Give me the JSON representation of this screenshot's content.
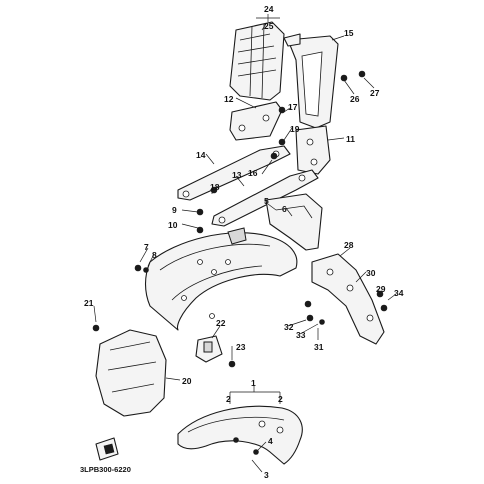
{
  "diagram_code": "3LPB300-6220",
  "callouts": {
    "c1": "1",
    "c2a": "2",
    "c2b": "2",
    "c3": "3",
    "c4": "4",
    "c5": "5",
    "c6": "6",
    "c7": "7",
    "c8": "8",
    "c9": "9",
    "c10": "10",
    "c11": "11",
    "c12": "12",
    "c13": "13",
    "c14": "14",
    "c15": "15",
    "c16": "16",
    "c17": "17",
    "c18": "18",
    "c19": "19",
    "c20": "20",
    "c21": "21",
    "c22": "22",
    "c23": "23",
    "c24": "24",
    "c25": "25",
    "c26": "26",
    "c27": "27",
    "c28": "28",
    "c29": "29",
    "c30": "30",
    "c31": "31",
    "c32": "32",
    "c33": "33",
    "c34": "34"
  }
}
